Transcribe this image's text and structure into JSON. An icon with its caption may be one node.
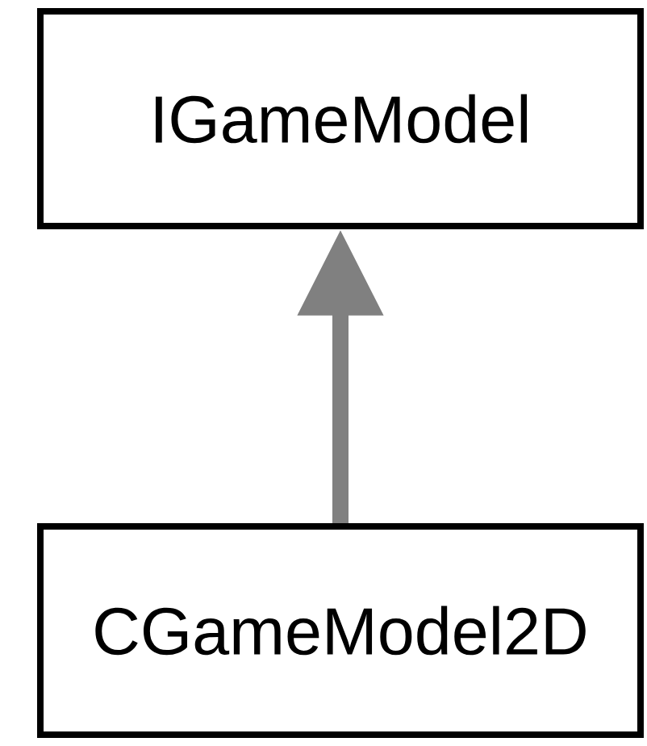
{
  "diagram": {
    "nodes": [
      {
        "text": [
          "IGameModel"
        ]
      },
      {
        "text": [
          "CGameModel2D"
        ]
      }
    ],
    "edges": [
      {
        "from": 1,
        "to": 0,
        "arrow": "to"
      }
    ]
  }
}
